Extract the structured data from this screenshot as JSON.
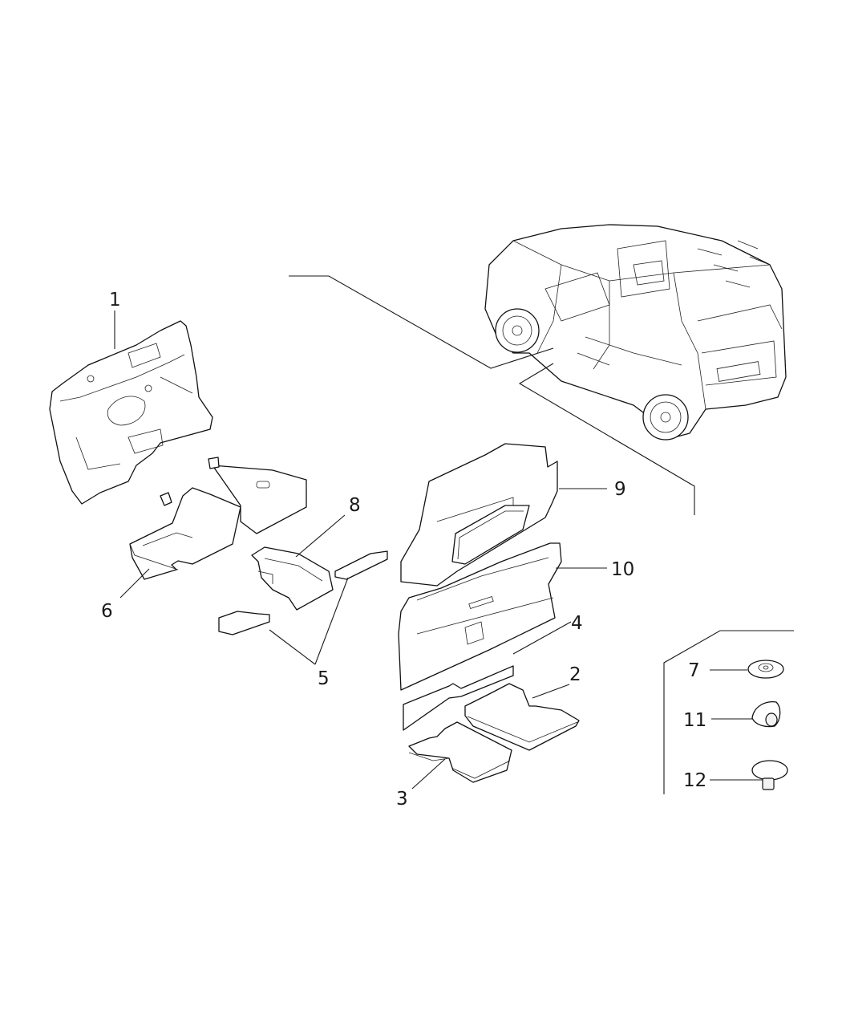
{
  "diagram": {
    "type": "exploded-parts-view",
    "subject": "Van interior silencers / insulation pads",
    "callouts": [
      {
        "id": "1",
        "label": "1",
        "part": "dash-panel-silencer"
      },
      {
        "id": "2",
        "label": "2",
        "part": "rear-floor-pad-right"
      },
      {
        "id": "3",
        "label": "3",
        "part": "rear-floor-pad-left"
      },
      {
        "id": "4",
        "label": "4",
        "part": "partition-insulation-strip"
      },
      {
        "id": "5",
        "label": "5",
        "part": "small-foam-pads"
      },
      {
        "id": "6",
        "label": "6",
        "part": "front-floor-silencer"
      },
      {
        "id": "7",
        "label": "7",
        "part": "retainer-washer"
      },
      {
        "id": "8",
        "label": "8",
        "part": "tunnel-silencer"
      },
      {
        "id": "9",
        "label": "9",
        "part": "partition-panel-upper"
      },
      {
        "id": "10",
        "label": "10",
        "part": "partition-panel-lower"
      },
      {
        "id": "11",
        "label": "11",
        "part": "push-nut"
      },
      {
        "id": "12",
        "label": "12",
        "part": "push-pin-fastener"
      }
    ],
    "reference_vehicle": "van-overview-illustration"
  }
}
